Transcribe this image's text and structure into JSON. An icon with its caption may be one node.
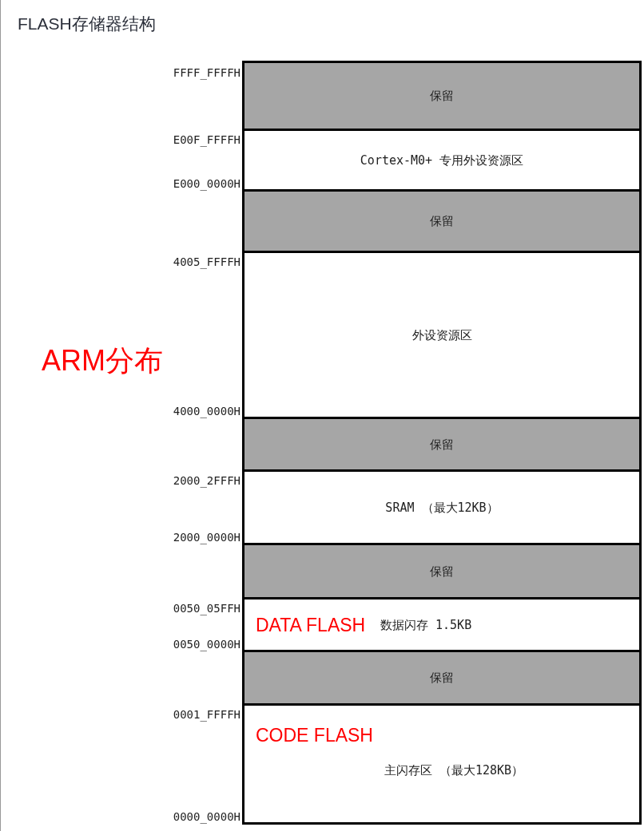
{
  "diagram": {
    "title": "FLASH存储器结构",
    "nodes": [
      {
        "text": [
          "保留"
        ],
        "beside": [
          "FFFF_FFFFH"
        ]
      },
      {
        "text": [
          "Cortex-M0+ 专用外设资源区"
        ],
        "beside": [
          "E00F_FFFFH",
          "E000_0000H"
        ]
      },
      {
        "text": [
          "保留"
        ]
      },
      {
        "text": [
          "外设资源区"
        ],
        "beside": [
          "4005_FFFFH",
          "4000_0000H"
        ]
      },
      {
        "text": [
          "保留"
        ]
      },
      {
        "text": [
          "SRAM （最大12KB）"
        ],
        "beside": [
          "2000_2FFFH",
          "2000_0000H"
        ]
      },
      {
        "text": [
          "保留"
        ]
      },
      {
        "text": [
          "DATA FLASH",
          "数据闪存 1.5KB"
        ],
        "beside": [
          "0050_05FFH",
          "0050_0000H"
        ]
      },
      {
        "text": [
          "保留"
        ]
      },
      {
        "text": [
          "CODE FLASH",
          "主闪存区 （最大128KB）"
        ],
        "beside": [
          "0001_FFFFH",
          "0000_0000H"
        ]
      }
    ],
    "labels": [
      "ARM分布"
    ]
  }
}
